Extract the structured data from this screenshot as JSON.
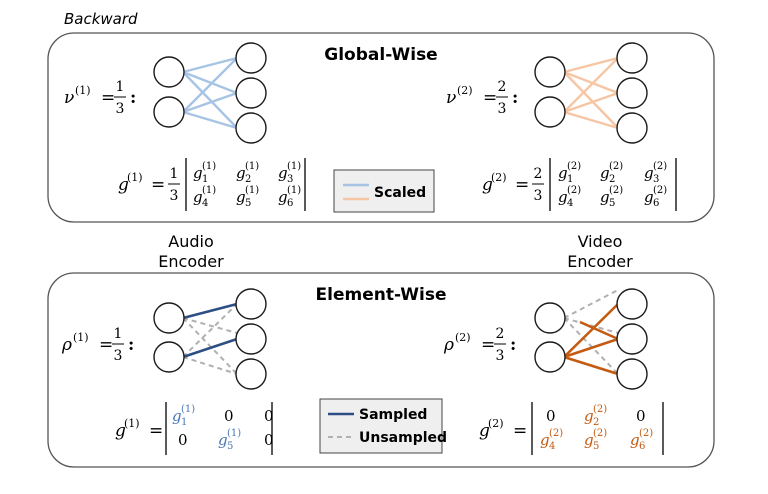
{
  "header": {
    "label": "Backward"
  },
  "global_panel": {
    "title": "Global-Wise",
    "audio": {
      "weight_symbol": "ν",
      "weight_sup": "(1)",
      "weight_num": "1",
      "weight_den": "3",
      "grad_symbol": "g",
      "grad_sup": "(1)",
      "coef_num": "1",
      "coef_den": "3",
      "matrix": [
        [
          {
            "sub": "1",
            "sup": "(1)"
          },
          {
            "sub": "2",
            "sup": "(1)"
          },
          {
            "sub": "3",
            "sup": "(1)"
          }
        ],
        [
          {
            "sub": "4",
            "sup": "(1)"
          },
          {
            "sub": "5",
            "sup": "(1)"
          },
          {
            "sub": "6",
            "sup": "(1)"
          }
        ]
      ]
    },
    "video": {
      "weight_symbol": "ν",
      "weight_sup": "(2)",
      "weight_num": "2",
      "weight_den": "3",
      "grad_symbol": "g",
      "grad_sup": "(2)",
      "coef_num": "2",
      "coef_den": "3",
      "matrix": [
        [
          {
            "sub": "1",
            "sup": "(2)"
          },
          {
            "sub": "2",
            "sup": "(2)"
          },
          {
            "sub": "3",
            "sup": "(2)"
          }
        ],
        [
          {
            "sub": "4",
            "sup": "(2)"
          },
          {
            "sub": "5",
            "sup": "(2)"
          },
          {
            "sub": "6",
            "sup": "(2)"
          }
        ]
      ]
    },
    "legend": {
      "label": "Scaled",
      "colors": [
        "#a7c4e5",
        "#f6c6a4"
      ]
    }
  },
  "encoder_labels": {
    "audio": [
      "Audio",
      "Encoder"
    ],
    "video": [
      "Video",
      "Encoder"
    ]
  },
  "element_panel": {
    "title": "Element-Wise",
    "audio": {
      "weight_symbol": "ρ",
      "weight_sup": "(1)",
      "weight_num": "1",
      "weight_den": "3",
      "grad_symbol": "g",
      "grad_sup": "(1)",
      "matrix": [
        [
          {
            "sub": "1",
            "sup": "(1)",
            "sampled": true
          },
          {
            "text": "0"
          },
          {
            "text": "0"
          }
        ],
        [
          {
            "text": "0"
          },
          {
            "sub": "5",
            "sup": "(1)",
            "sampled": true
          },
          {
            "text": "0"
          }
        ]
      ]
    },
    "video": {
      "weight_symbol": "ρ",
      "weight_sup": "(2)",
      "weight_num": "2",
      "weight_den": "3",
      "grad_symbol": "g",
      "grad_sup": "(2)",
      "matrix": [
        [
          {
            "text": "0"
          },
          {
            "sub": "2",
            "sup": "(2)",
            "sampled": true
          },
          {
            "text": "0"
          }
        ],
        [
          {
            "sub": "4",
            "sup": "(2)",
            "sampled": true
          },
          {
            "sub": "5",
            "sup": "(2)",
            "sampled": true
          },
          {
            "sub": "6",
            "sup": "(2)",
            "sampled": true
          }
        ]
      ]
    },
    "legend": {
      "sampled_label": "Sampled",
      "unsampled_label": "Unsampled",
      "sampled_color": "#2d4f86",
      "unsampled_color": "#b0b0b0"
    }
  },
  "colors": {
    "audio_accent": "#2d4f86",
    "audio_sampled_text": "#4a78b4",
    "video_accent": "#c55a11",
    "scaled_audio": "#a7c4e5",
    "scaled_video": "#f6c6a4",
    "unsampled": "#b0b0b0",
    "panel_border": "#555555"
  }
}
